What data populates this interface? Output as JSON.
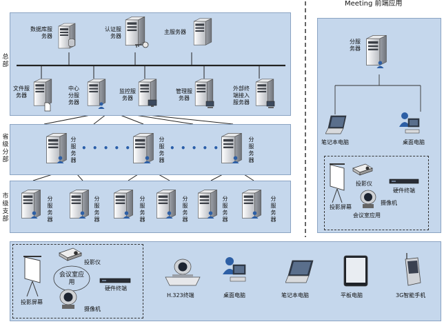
{
  "header": {
    "meeting_title": "Meeting 前端应用"
  },
  "tiers": {
    "hq": "总部",
    "province": "省级分部",
    "city": "市级支部"
  },
  "hq": {
    "db_server": "数据库服务器",
    "auth_server": "认证服务器",
    "main_server": "主服务器",
    "file_server": "文件服务器",
    "center_branch": "中心分服务器",
    "monitor_server": "监控服务器",
    "mgmt_server": "管理服务器",
    "external_server": "外部终端接入服务器"
  },
  "branch_server": "分服务器",
  "branch_vertical": [
    "分",
    "服",
    "务",
    "器"
  ],
  "province_dots": "• • • • • •",
  "meeting": {
    "branch_server": "分服务器",
    "laptop": "笔记本电脑",
    "desktop": "桌面电脑",
    "projector": "投影仪",
    "hw_terminal": "硬件终端",
    "screen": "投影屏幕",
    "camera": "摄像机",
    "room_app": "会议室应用"
  },
  "bottom": {
    "projector": "投影仪",
    "room_app": "会议室应用",
    "hw_terminal": "硬件终端",
    "screen": "投影屏幕",
    "camera": "摄像机",
    "h323": "H.323终端",
    "desktop": "桌面电脑",
    "laptop": "笔记本电脑",
    "tablet": "平板电脑",
    "phone": "3G智能手机"
  },
  "colors": {
    "panel": "#c5d7ec",
    "panel_border": "#8aa3c2",
    "dots": "#2a5ea8"
  },
  "icons": [
    "server-icon",
    "database-icon",
    "key-icon",
    "file-icon",
    "user-icon",
    "monitor-icon",
    "laptop-icon",
    "desktop-icon",
    "projector-icon",
    "screen-icon",
    "camera-icon",
    "hw-terminal-icon",
    "tablet-icon",
    "phone-icon"
  ]
}
